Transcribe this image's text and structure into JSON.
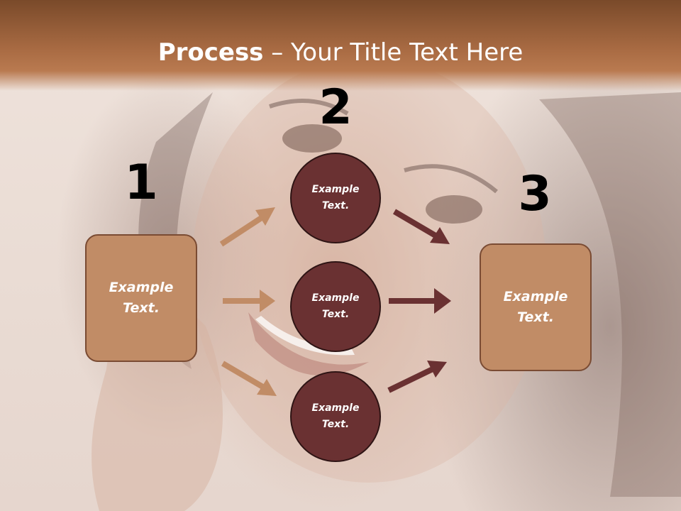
{
  "slide": {
    "title_bold": "Process",
    "title_rest": " – Your Title Text Here",
    "colors": {
      "header": "#a96b43",
      "box_fill": "#c18c66",
      "circle_fill": "#6a3132",
      "arrow_light": "#c18c66",
      "arrow_dark": "#6a3132"
    }
  },
  "steps": [
    {
      "number": "1",
      "text": "Example Text."
    },
    {
      "number": "2",
      "text": "Example Text."
    },
    {
      "number": "3",
      "text": "Example Text."
    }
  ],
  "circles": [
    {
      "text": "Example Text."
    },
    {
      "text": "Example Text."
    },
    {
      "text": "Example Text."
    }
  ]
}
